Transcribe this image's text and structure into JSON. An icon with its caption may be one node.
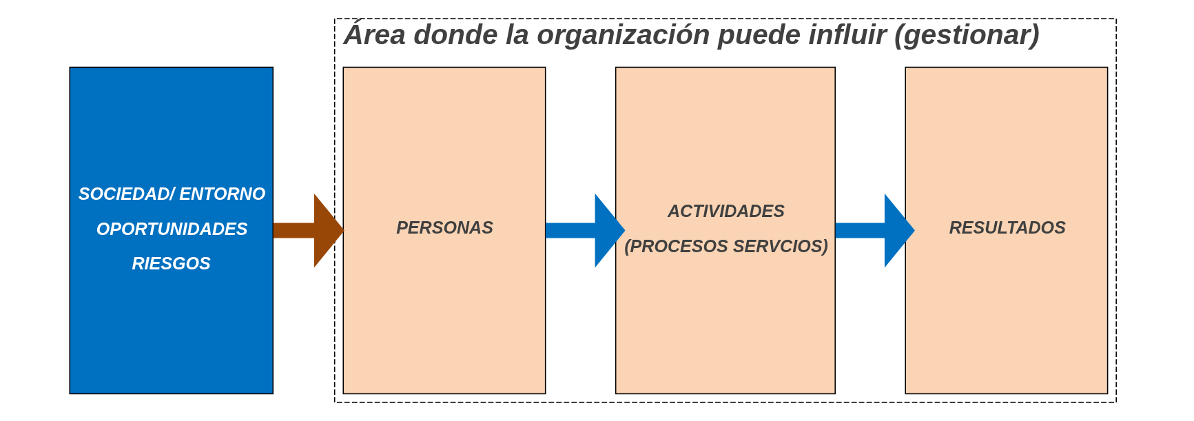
{
  "diagram": {
    "nodes": [
      {
        "text": [
          "SOCIEDAD/ ENTORNO",
          "OPORTUNIDADES",
          "RIESGOS"
        ]
      },
      {
        "text": [
          "Área donde la organización puede influir (gestionar)"
        ]
      },
      {
        "text": [
          "PERSONAS"
        ],
        "in": 1
      },
      {
        "text": [
          "ACTIVIDADES",
          "(PROCESOS SERVCIOS)"
        ],
        "in": 1
      },
      {
        "text": [
          "RESULTADOS"
        ],
        "in": 1
      }
    ],
    "edges": [
      {
        "from": 0,
        "to": 1,
        "arrow": "to",
        "color": "#994707"
      },
      {
        "from": 2,
        "to": 3,
        "arrow": "to"
      },
      {
        "from": 3,
        "to": 4,
        "arrow": "to"
      }
    ]
  }
}
